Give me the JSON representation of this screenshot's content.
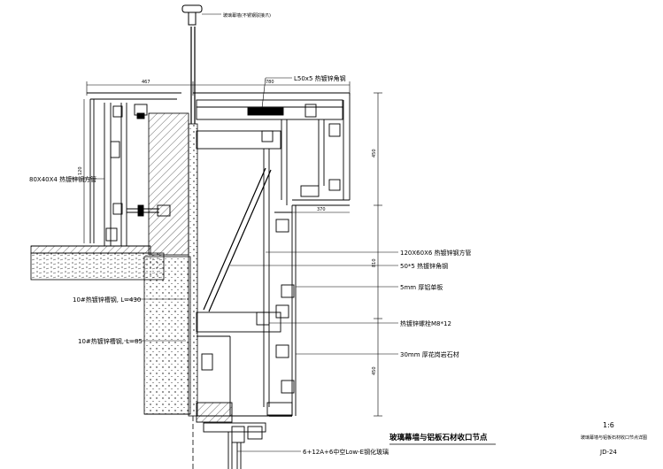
{
  "labels": {
    "top_note": "玻璃幕墙(不锈钢驳接爪)",
    "steel_angle_top": "L50x5 热镀锌角钢",
    "steel_tube_left": "80X40X4 热镀锌钢方管",
    "steel_tube_right": "120X60X6 热镀锌钢方管",
    "steel_angle_mid": "50*5 热镀锌角钢",
    "aluminum_plate": "5mm 厚铝单板",
    "bolt": "热镀锌螺栓M8*12",
    "stone": "30mm 厚花岗岩石材",
    "anchor_430": "10#热镀锌槽钢, L=430",
    "anchor_85": "10#热镀锌槽钢, L=85",
    "glass": "6+12A+6中空Low-E钢化玻璃"
  },
  "dimensions": {
    "d_top_left": "467",
    "d_top_right": "780",
    "d_side_left": "120",
    "d_small": "370",
    "d_right_1": "450",
    "d_right_2": "810",
    "d_right_3": "450"
  },
  "title_block": {
    "title": "玻璃幕墙与铝板石材收口节点",
    "scale": "1:6",
    "drawing_name": "玻璃幕墙与铝板石材收口节点详图",
    "drawing_no": "JD-24"
  }
}
